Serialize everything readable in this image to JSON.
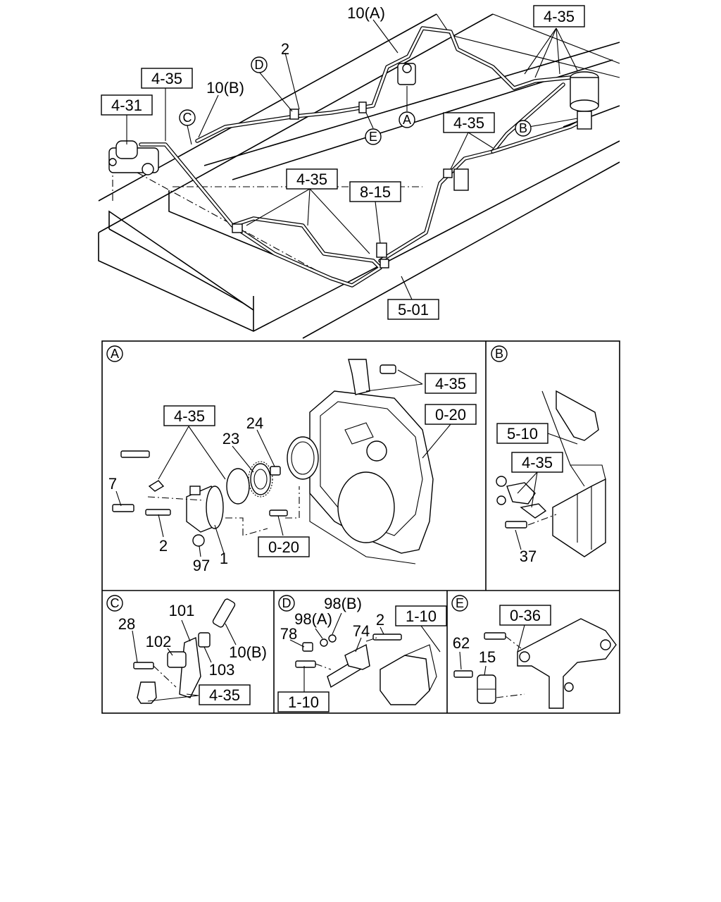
{
  "overview": {
    "refs": {
      "r435_top": "4-35",
      "r435_left": "4-35",
      "r431": "4-31",
      "r435_right": "4-35",
      "r435_mid": "4-35",
      "r815": "8-15",
      "r501": "5-01"
    },
    "labels": {
      "l10a": "10(A)",
      "l10b": "10(B)",
      "l2": "2"
    },
    "markers": {
      "A": "A",
      "B": "B",
      "C": "C",
      "D": "D",
      "E": "E"
    }
  },
  "detail_a": {
    "marker": "A",
    "refs": {
      "r435_top": "4-35",
      "r435_left": "4-35",
      "r020_right": "0-20",
      "r020_bottom": "0-20"
    },
    "labels": {
      "l23": "23",
      "l24": "24",
      "l7": "7",
      "l2": "2",
      "l97": "97",
      "l1": "1"
    }
  },
  "detail_b": {
    "marker": "B",
    "refs": {
      "r510": "5-10",
      "r435": "4-35"
    },
    "labels": {
      "l37": "37"
    }
  },
  "detail_c": {
    "marker": "C",
    "refs": {
      "r435": "4-35"
    },
    "labels": {
      "l28": "28",
      "l101": "101",
      "l102": "102",
      "l103": "103",
      "l10b": "10(B)"
    }
  },
  "detail_d": {
    "marker": "D",
    "refs": {
      "r110_top": "1-10",
      "r110_bottom": "1-10"
    },
    "labels": {
      "l98b": "98(B)",
      "l98a": "98(A)",
      "l78": "78",
      "l74": "74",
      "l2": "2"
    }
  },
  "detail_e": {
    "marker": "E",
    "refs": {
      "r036": "0-36"
    },
    "labels": {
      "l62": "62",
      "l15": "15"
    }
  }
}
